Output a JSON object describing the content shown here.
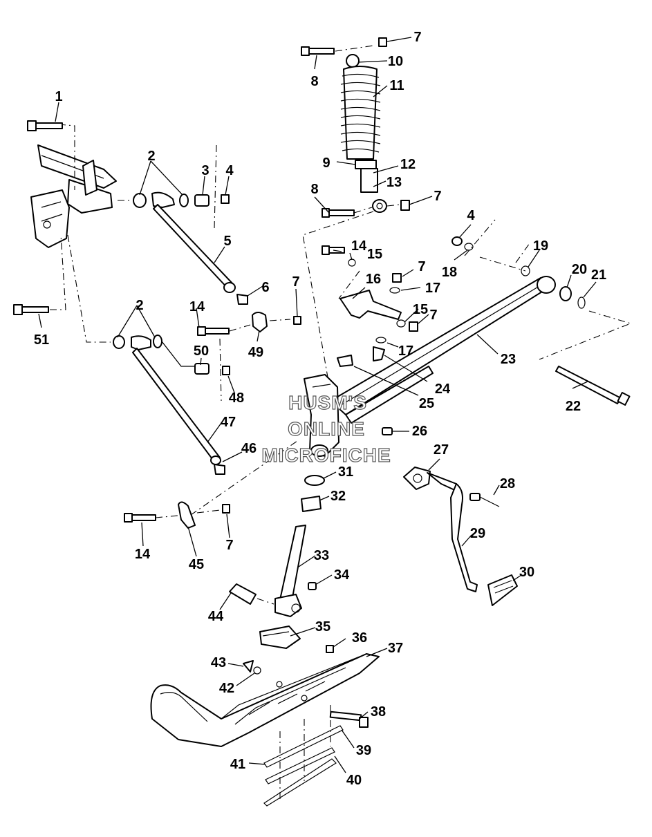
{
  "watermark": {
    "line1": "HUSM'S",
    "line2": "ONLINE",
    "line3": "MICROFICHE"
  },
  "callouts": [
    {
      "n": "1"
    },
    {
      "n": "2"
    },
    {
      "n": "3"
    },
    {
      "n": "4"
    },
    {
      "n": "5"
    },
    {
      "n": "6"
    },
    {
      "n": "7"
    },
    {
      "n": "8"
    },
    {
      "n": "9"
    },
    {
      "n": "10"
    },
    {
      "n": "11"
    },
    {
      "n": "12"
    },
    {
      "n": "13"
    },
    {
      "n": "8"
    },
    {
      "n": "7"
    },
    {
      "n": "4"
    },
    {
      "n": "14"
    },
    {
      "n": "15"
    },
    {
      "n": "18"
    },
    {
      "n": "19"
    },
    {
      "n": "20"
    },
    {
      "n": "21"
    },
    {
      "n": "7"
    },
    {
      "n": "16"
    },
    {
      "n": "17"
    },
    {
      "n": "15"
    },
    {
      "n": "7"
    },
    {
      "n": "17"
    },
    {
      "n": "23"
    },
    {
      "n": "24"
    },
    {
      "n": "25"
    },
    {
      "n": "22"
    },
    {
      "n": "26"
    },
    {
      "n": "27"
    },
    {
      "n": "28"
    },
    {
      "n": "29"
    },
    {
      "n": "30"
    },
    {
      "n": "2"
    },
    {
      "n": "14"
    },
    {
      "n": "7"
    },
    {
      "n": "49"
    },
    {
      "n": "50"
    },
    {
      "n": "48"
    },
    {
      "n": "51"
    },
    {
      "n": "47"
    },
    {
      "n": "46"
    },
    {
      "n": "31"
    },
    {
      "n": "32"
    },
    {
      "n": "14"
    },
    {
      "n": "45"
    },
    {
      "n": "7"
    },
    {
      "n": "33"
    },
    {
      "n": "34"
    },
    {
      "n": "44"
    },
    {
      "n": "35"
    },
    {
      "n": "36"
    },
    {
      "n": "37"
    },
    {
      "n": "43"
    },
    {
      "n": "42"
    },
    {
      "n": "38"
    },
    {
      "n": "39"
    },
    {
      "n": "41"
    },
    {
      "n": "40"
    }
  ]
}
